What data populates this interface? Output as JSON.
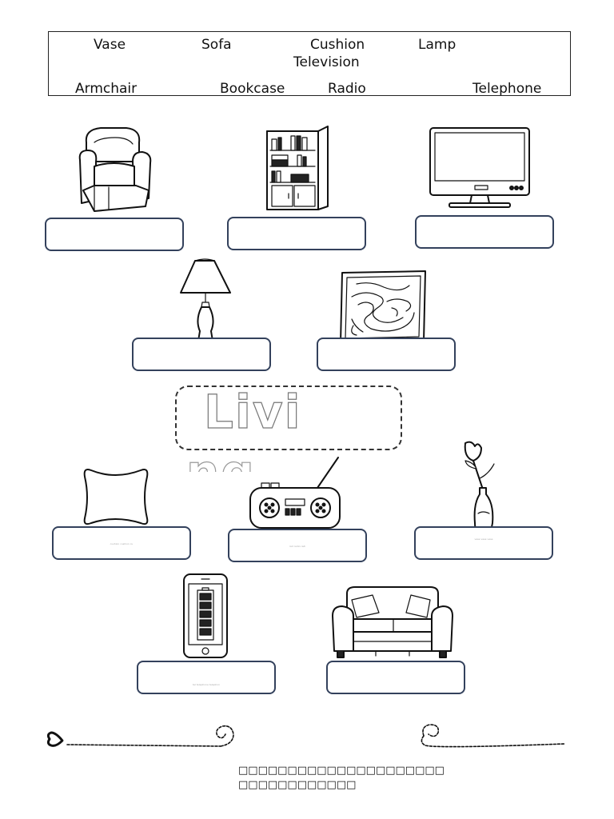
{
  "word_bank": {
    "row1": [
      "Vase",
      "Sofa",
      "Cushion",
      "Lamp"
    ],
    "row1b": "Television",
    "row2": [
      "Armchair",
      "Bookcase",
      "Radio",
      "Telephone"
    ]
  },
  "title": {
    "main": "Livi",
    "overflow": "ng ro"
  },
  "pictures": [
    {
      "icon": "armchair-icon"
    },
    {
      "icon": "bookcase-icon"
    },
    {
      "icon": "television-icon"
    },
    {
      "icon": "lamp-icon"
    },
    {
      "icon": "rug-icon"
    },
    {
      "icon": "cushion-icon"
    },
    {
      "icon": "radio-icon"
    },
    {
      "icon": "vase-icon"
    },
    {
      "icon": "telephone-icon"
    },
    {
      "icon": "sofa-icon"
    }
  ],
  "tiny_labels": {
    "cushion": "cushion cushion cu",
    "radio": "rad radio radi",
    "vase": "vase vase vase",
    "telephone": "tel telephone telephon"
  },
  "footer": {
    "line1": "□□□□□□□□□□□□□□□□□□□□□",
    "line2": "□□□□□□□□□□□□"
  }
}
